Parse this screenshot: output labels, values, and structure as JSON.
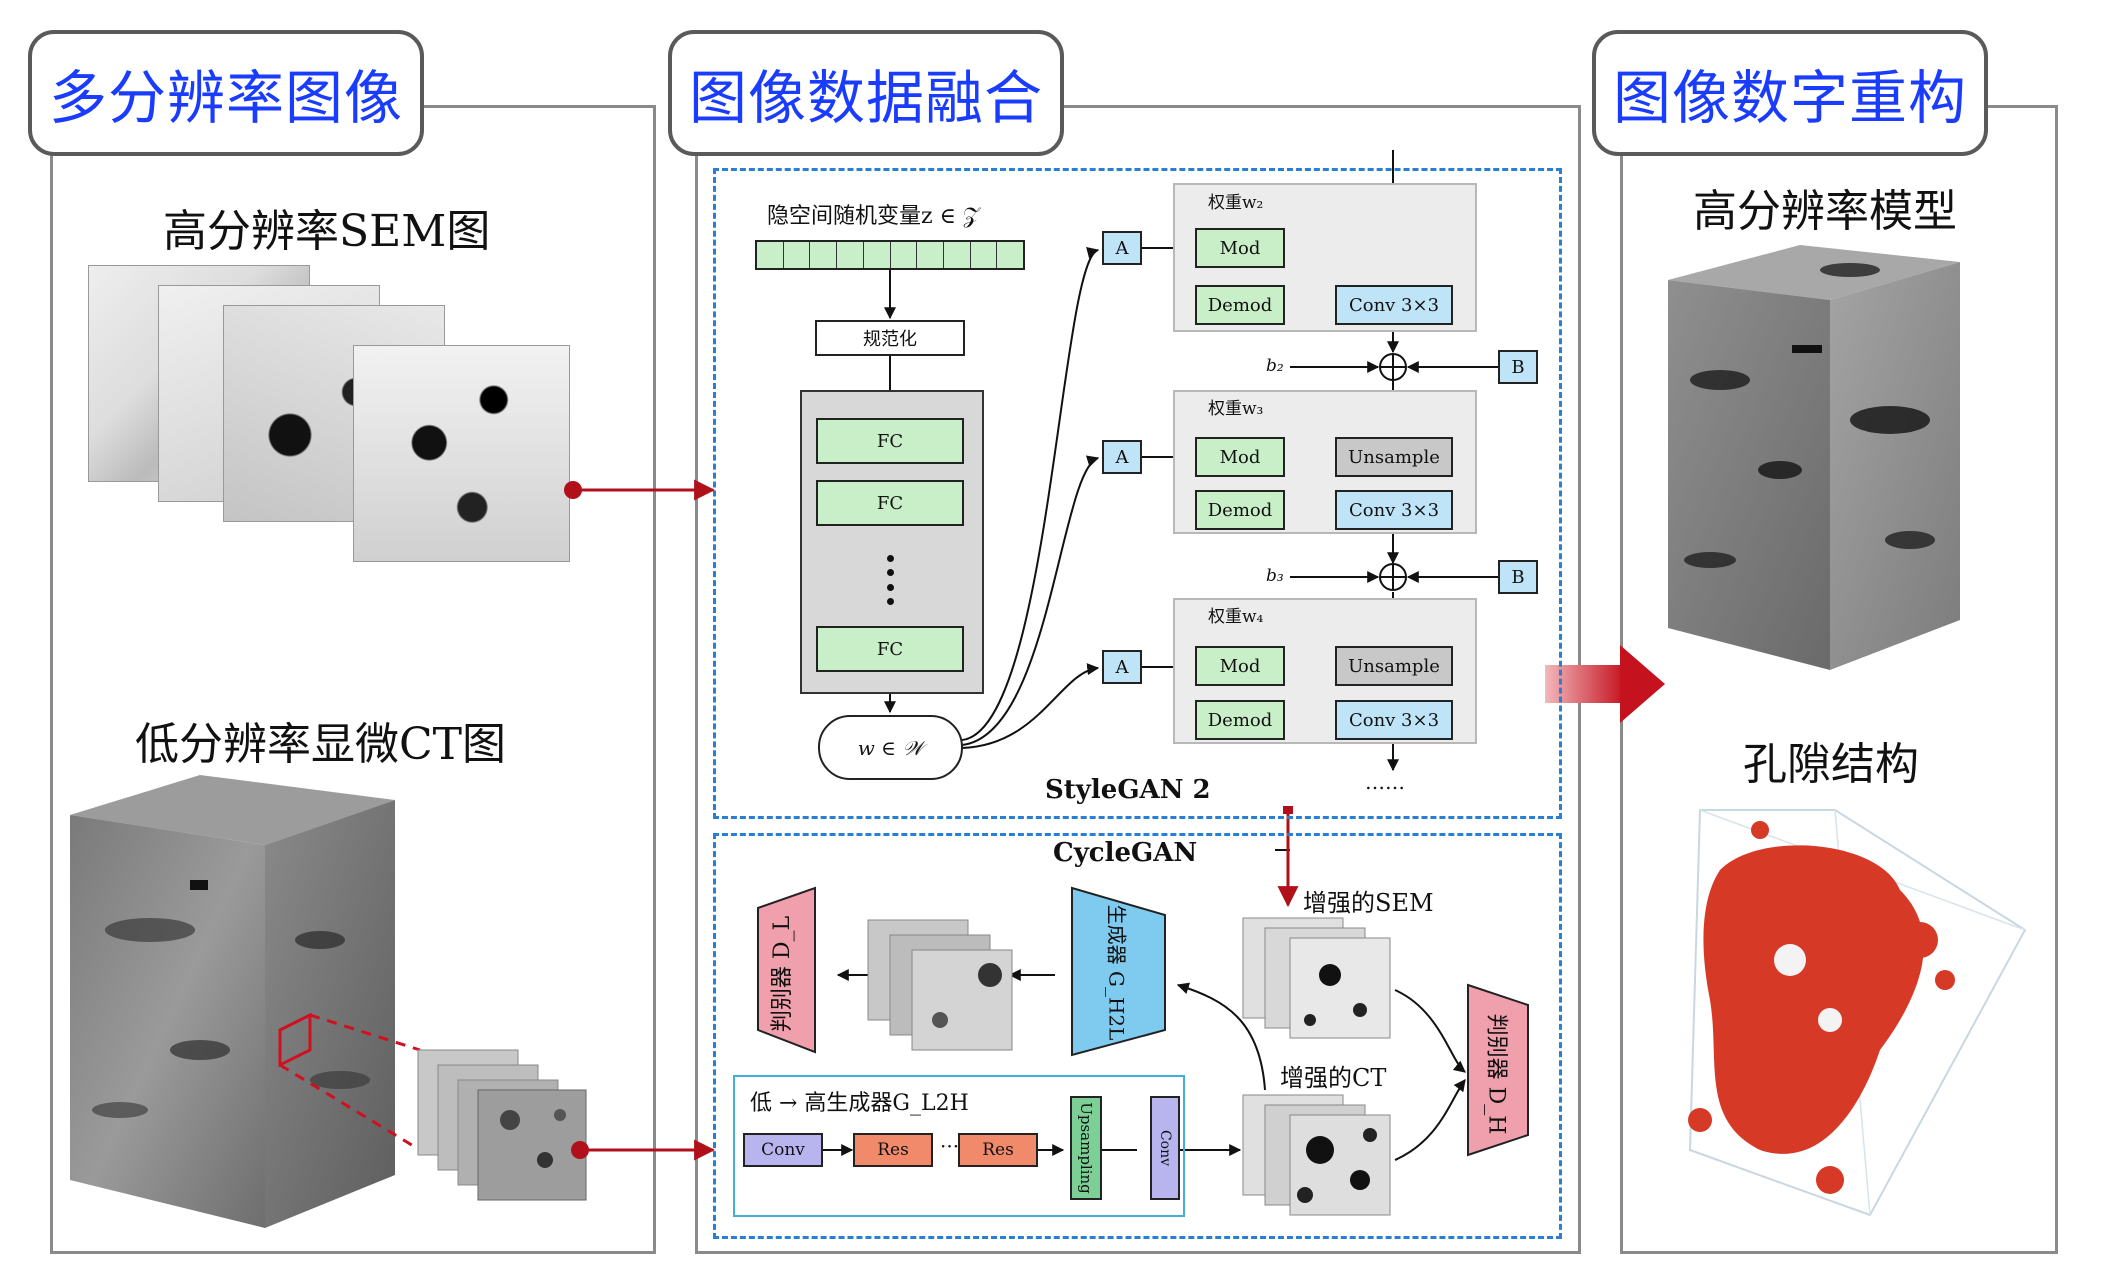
{
  "tabs": {
    "left": "多分辨率图像",
    "middle": "图像数据融合",
    "right": "图像数字重构"
  },
  "left_panel": {
    "sem_label": "高分辨率SEM图",
    "ct_label": "低分辨率显微CT图"
  },
  "stylegan": {
    "title": "StyleGAN 2",
    "latent_label": "隐空间随机变量z ∈ 𝒵",
    "normalize": "规范化",
    "fc": [
      "FC",
      "FC",
      "FC"
    ],
    "w_label": "w ∈ 𝒲",
    "a_labels": [
      "A",
      "A",
      "A"
    ],
    "b_labels": [
      "B",
      "B"
    ],
    "bias_labels": [
      "b₂",
      "b₃"
    ],
    "weight_labels": [
      "权重w₂",
      "权重w₃",
      "权重w₄"
    ],
    "mod": "Mod",
    "demod": "Demod",
    "conv": "Conv 3×3",
    "unsample": "Unsample",
    "ellipsis": "……"
  },
  "cyclegan": {
    "title": "CycleGAN",
    "enhanced_sem": "增强的SEM",
    "enhanced_ct": "增强的CT",
    "discriminator_l": "判别器 D_L",
    "discriminator_h": "判别器 D_H",
    "generator_h2l": "生成器 G_H2L",
    "gen_l2h_title": "低 → 高生成器G_L2H",
    "conv": "Conv",
    "res": "Res",
    "dots": "···",
    "upsampling": "Upsampling"
  },
  "right_panel": {
    "model_label": "高分辨率模型",
    "pore_label": "孔隙结构"
  },
  "colors": {
    "tab_text": "#1a3cff",
    "dash_border": "#2a7fd4",
    "green_node": "#c9efc9",
    "blue_node": "#bfe4f7",
    "salmon_res": "#f08a6a",
    "purple_conv": "#b8b4ee",
    "pink_disc": "#f0a0ac",
    "red_arrow": "#b0101a",
    "pore_red": "#d63a26"
  }
}
